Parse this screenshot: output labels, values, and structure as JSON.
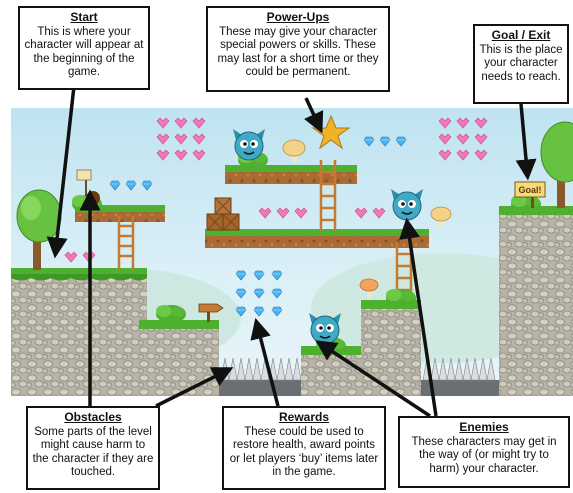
{
  "callouts": {
    "start": {
      "title": "Start",
      "body": "This is where your character will appear at the beginning of the game."
    },
    "powerups": {
      "title": "Power-Ups",
      "body": "These may give your character special powers or skills. These may last for a short time or they could be permanent."
    },
    "goal": {
      "title": "Goal / Exit",
      "body": "This is the place your character needs to reach."
    },
    "obstacles": {
      "title": "Obstacles",
      "body": "Some parts of the level might cause harm to the character if they are touched."
    },
    "rewards": {
      "title": "Rewards",
      "body": "These could be used to restore health, award points or let players ‘buy’ items later in the game."
    },
    "enemies": {
      "title": "Enemies",
      "body": "These characters may get in the way of (or might try to harm) your character."
    }
  },
  "scene": {
    "goal_sign": "Goal!",
    "icons": [
      "heart-gem-icon",
      "blue-diamond-icon",
      "star-powerup-icon",
      "mushroom-powerup-icon",
      "blue-monster-enemy-icon",
      "spike-trap-icon",
      "wooden-crate-icon",
      "wooden-ladder-icon",
      "arrow-sign-icon",
      "start-flag-icon"
    ]
  },
  "colors": {
    "heart_gem": "#f07ab4",
    "blue_diamond": "#3aa6e8",
    "grass": "#4fb030",
    "dirt": "#a0622e",
    "stone": "#b9b6aa",
    "enemy": "#3aa6c2",
    "star": "#f0b22a"
  }
}
